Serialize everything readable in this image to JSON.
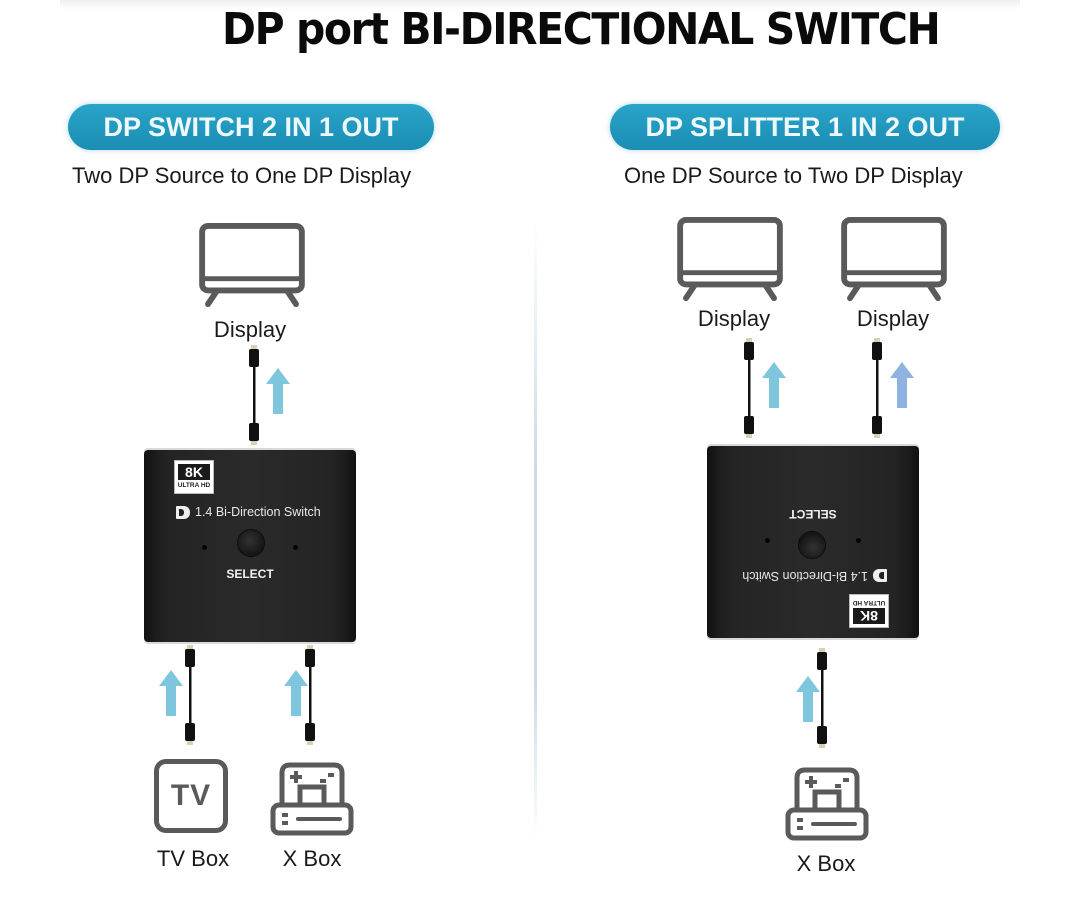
{
  "title": "DP port BI-DIRECTIONAL SWITCH",
  "colors": {
    "pill_bg": "#1a8db3",
    "pill_text": "#eef9ff",
    "arrow": "#7ec6de",
    "arrow_alt": "#8fb3e0",
    "icon_stroke": "#5a5a5a",
    "device_body": "#2a2a2a"
  },
  "switch_panel": {
    "pill_label": "DP SWITCH 2 IN 1 OUT",
    "subtitle": "Two DP Source to One DP Display",
    "outputs": [
      {
        "label": "Display",
        "icon": "tv-monitor-icon"
      }
    ],
    "inputs": [
      {
        "label": "TV Box",
        "icon": "tv-box-icon",
        "icon_text": "TV"
      },
      {
        "label": "X Box",
        "icon": "game-console-icon"
      }
    ],
    "device": {
      "badge_main": "8K",
      "badge_sub": "ULTRA HD",
      "model_text": "1.4 Bi-Direction Switch",
      "button_label": "SELECT",
      "orientation": "upright"
    }
  },
  "splitter_panel": {
    "pill_label": "DP SPLITTER 1 IN 2 OUT",
    "subtitle": "One DP Source to Two DP Display",
    "outputs": [
      {
        "label": "Display",
        "icon": "tv-monitor-icon"
      },
      {
        "label": "Display",
        "icon": "tv-monitor-icon"
      }
    ],
    "inputs": [
      {
        "label": "X Box",
        "icon": "game-console-icon"
      }
    ],
    "device": {
      "badge_main": "8K",
      "badge_sub": "ULTRA HD",
      "model_text": "1.4 Bi-Direction Switch",
      "button_label": "SELECT",
      "orientation": "upside-down"
    }
  }
}
